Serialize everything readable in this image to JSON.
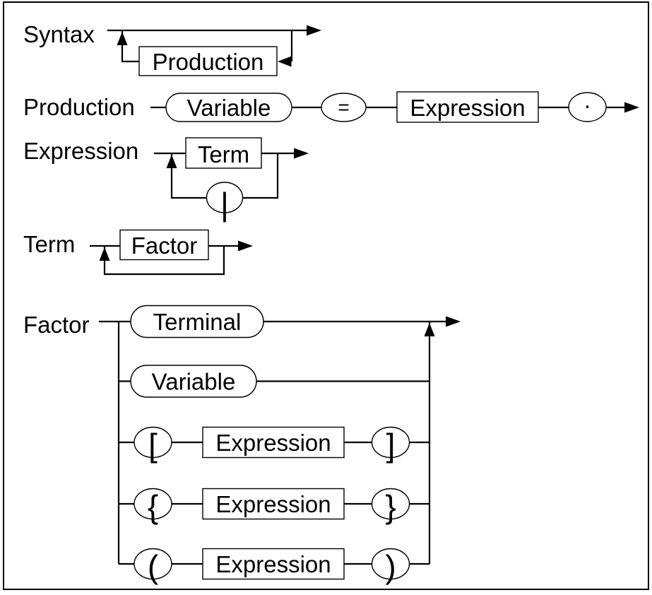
{
  "colors": {
    "ink": "#000000",
    "paper": "#ffffff"
  },
  "diagrams": {
    "syntax": {
      "label": "Syntax",
      "production_box": "Production"
    },
    "production": {
      "label": "Production",
      "variable_node": "Variable",
      "equals_sign": "=",
      "expression_box": "Expression",
      "end_dot": "."
    },
    "expression": {
      "label": "Expression",
      "term_box": "Term",
      "or_separator": "|"
    },
    "term": {
      "label": "Term",
      "factor_box": "Factor"
    },
    "factor": {
      "label": "Factor",
      "terminal_node": "Terminal",
      "variable_node": "Variable",
      "open_bracket": "[",
      "bracket_expression": "Expression",
      "close_bracket": "]",
      "open_brace": "{",
      "brace_expression": "Expression",
      "close_brace": "}",
      "open_paren": "(",
      "paren_expression": "Expression",
      "close_paren": ")"
    }
  }
}
